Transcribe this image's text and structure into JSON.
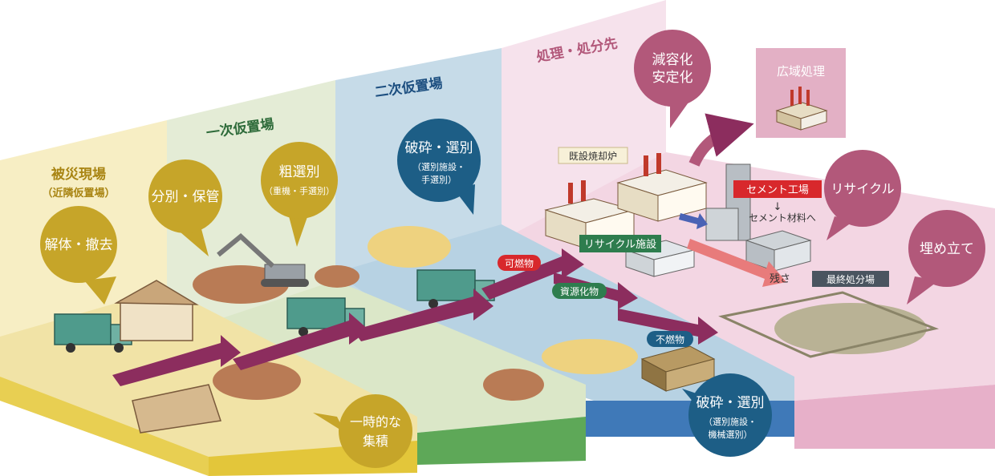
{
  "zones": {
    "disaster_site": {
      "title": "被災現場",
      "sub": "（近隣仮置場）"
    },
    "primary": {
      "title": "一次仮置場"
    },
    "secondary": {
      "title": "二次仮置場"
    },
    "disposal": {
      "title": "処理・処分先"
    }
  },
  "bubbles": {
    "demolition": "解体・撤去",
    "sorting_storage": "分別・保管",
    "rough_sorting": {
      "main": "粗選別",
      "sub": "（重機・手選別）"
    },
    "temp_collect": {
      "line1": "一時的な",
      "line2": "集積"
    },
    "crush_sort_1": {
      "main": "破砕・選別",
      "sub1": "（選別施設・",
      "sub2": "手選別）"
    },
    "crush_sort_2": {
      "main": "破砕・選別",
      "sub1": "（選別施設・",
      "sub2": "機械選別）"
    },
    "volume_reduce": {
      "line1": "減容化",
      "line2": "安定化"
    },
    "recycle": "リサイクル",
    "landfill": "埋め立て"
  },
  "facilities": {
    "incinerator": "既設焼却炉",
    "wide_area": "広域処理",
    "cement_factory": "セメント工場",
    "cement_material": "セメント材料へ",
    "recycle_facility": "リサイクル施設",
    "final_disposal": "最終処分場",
    "residue": "残さ"
  },
  "flows": {
    "combustible": "可燃物",
    "resource": "資源化物",
    "noncombustible": "不燃物"
  },
  "colors": {
    "zone1": "#f7eec4",
    "zone1_floor": "#f1e3a6",
    "zone1_edge": "#e3c63a",
    "zone2": "#e4ecd6",
    "zone2_floor": "#dbe7c8",
    "zone2_edge": "#5ea858",
    "zone3": "#c6dbe8",
    "zone3_floor": "#b7d2e3",
    "zone3_edge": "#3f79b8",
    "zone4": "#f6e2ec",
    "zone4_floor": "#f3d6e3",
    "zone4_edge": "#e3a8c3",
    "gold": "#c6a529",
    "teal": "#1d5e86",
    "plum": "#b2587a",
    "arrow": "#8c2d5e",
    "red": "#d8282c",
    "green": "#2e7d4e"
  }
}
